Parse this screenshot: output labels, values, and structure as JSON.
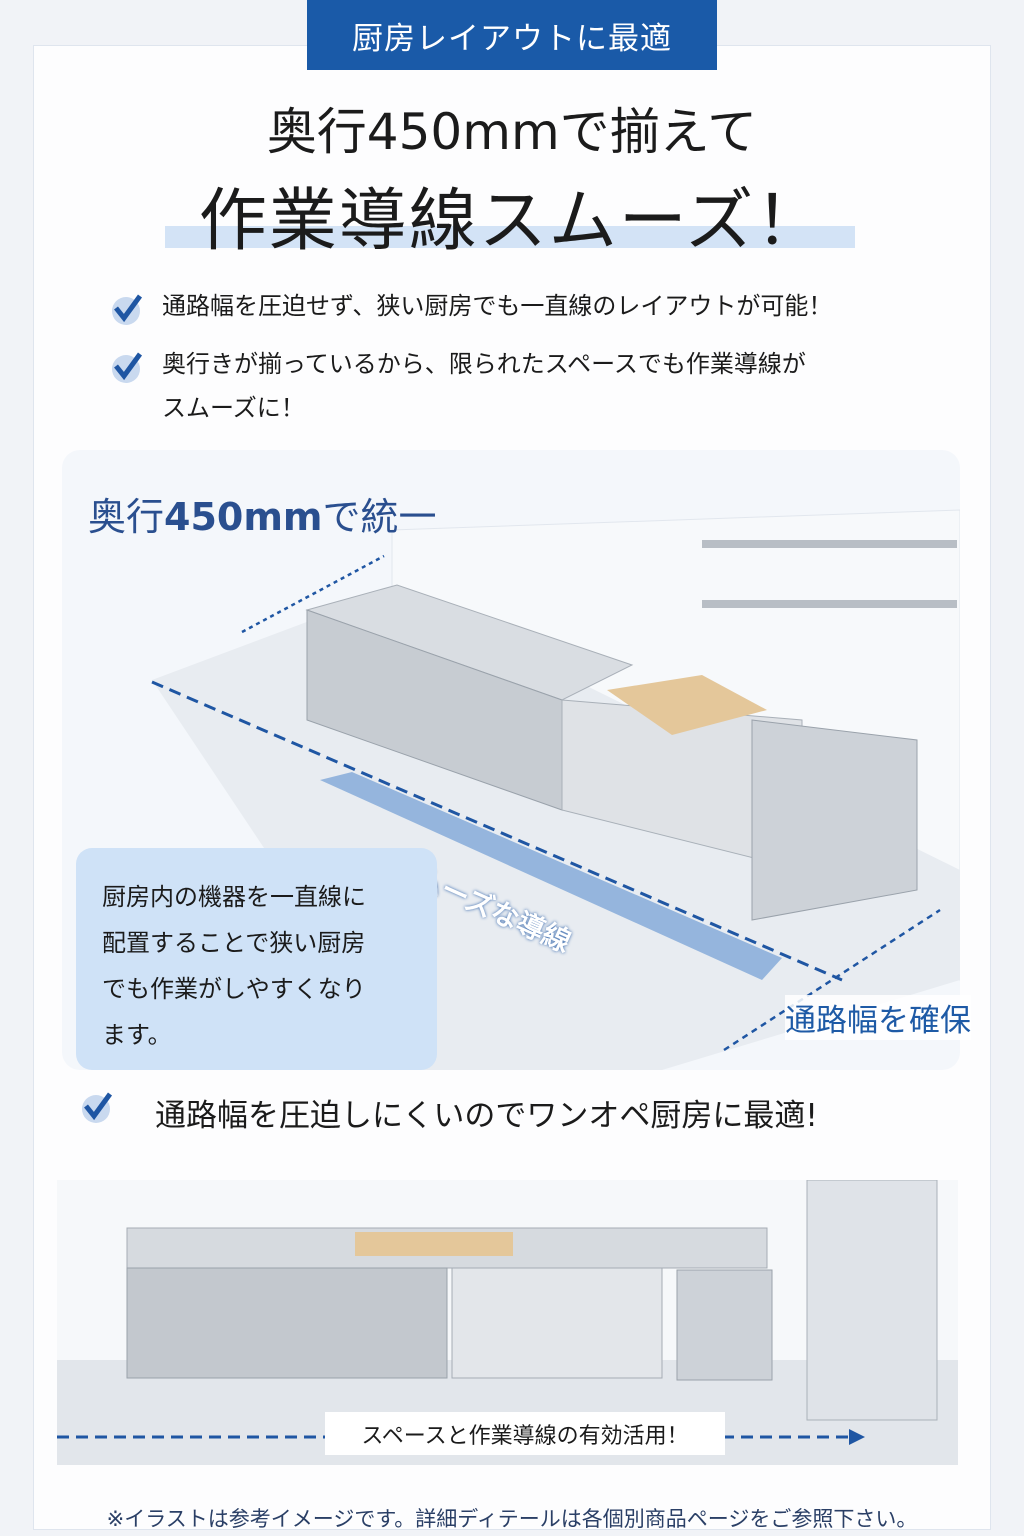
{
  "banner": "厨房レイアウトに最適",
  "title_line1": "奥行450mmで揃えて",
  "title_line2": "作業導線スムーズ！",
  "bullets": [
    {
      "lines": [
        "通路幅を圧迫せず、狭い厨房でも一直線のレイアウトが可能！"
      ]
    },
    {
      "lines": [
        "奥行きが揃っているから、限られたスペースでも作業導線が",
        "スムーズに！"
      ]
    }
  ],
  "illustration1": {
    "depth_label_prefix": "奥行",
    "depth_label_value": "450mm",
    "depth_label_suffix": "で統一",
    "flow_label": "スムーズな導線",
    "aisle_label": "通路幅を確保",
    "bubble_lines": [
      "厨房内の機器を一直線に",
      "配置することで狭い厨房",
      "でも作業がしやすくなり",
      "ます。"
    ]
  },
  "check3": "通路幅を圧迫しにくいのでワンオペ厨房に最適!",
  "illustration2": {
    "caption": "スペースと作業導線の有効活用！"
  },
  "footnote": "※イラストは参考イメージです。詳細ディテールは各個別商品ページをご参照下さい。",
  "colors": {
    "brand": "#1a5aa8",
    "highlight": "#d3e3f6",
    "bubble": "#cfe2f7",
    "label": "#2a4f8f"
  }
}
